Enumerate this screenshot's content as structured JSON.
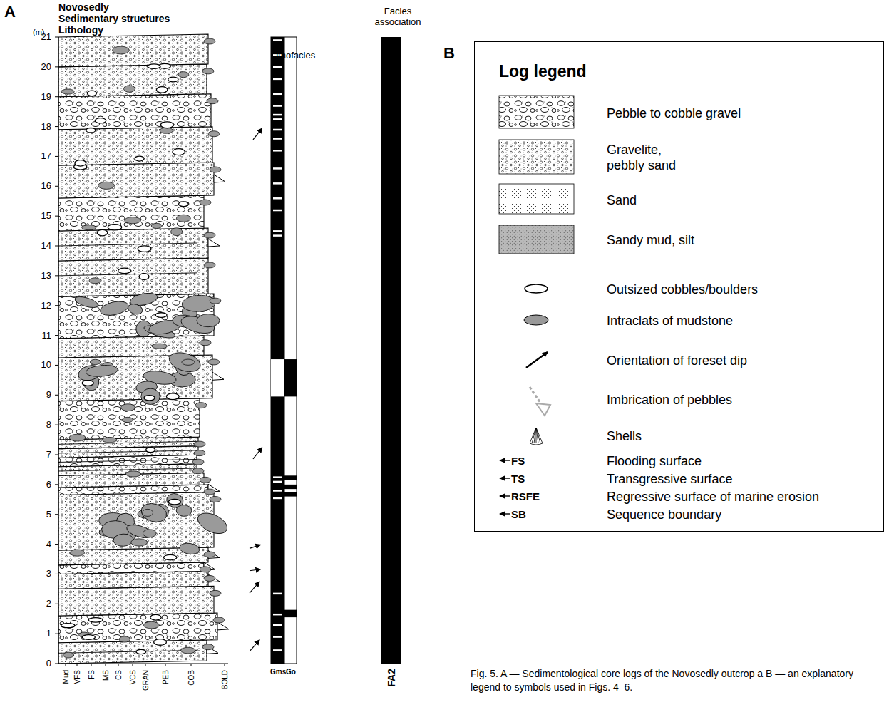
{
  "diagram": {
    "caption": "Fig. 5. A — Sedimentological core logs of the Novosedly outcrop a B — an explanatory legend to symbols used in Figs. 4–6.",
    "nodes": [
      {
        "text": [
          "Log legend"
        ]
      }
    ],
    "labels": [
      "A",
      "Novosedly",
      "Sedimentary structures",
      "Lithology",
      "(m)",
      "21",
      "20",
      "19",
      "18",
      "17",
      "16",
      "15",
      "14",
      "13",
      "12",
      "11",
      "10",
      "9",
      "8",
      "7",
      "6",
      "5",
      "4",
      "3",
      "2",
      "1",
      "0",
      "Mud",
      "VFS",
      "FS",
      "MS",
      "CS",
      "VCS",
      "GRAN",
      "PEB",
      "COB",
      "BOLD",
      "Lithofacies",
      "Gms",
      "Go",
      "Facies association",
      "FA2",
      "B",
      "FS",
      "TS",
      "RSFE",
      "SB"
    ],
    "legend": [
      {
        "text": "Pebble to cobble gravel"
      },
      {
        "text": "Gravelite, pebbly sand"
      },
      {
        "text": "Sand"
      },
      {
        "text": "Sandy mud, silt"
      },
      {
        "text": "Outsized cobbles/boulders"
      },
      {
        "text": "Intraclats of mudstone"
      },
      {
        "text": "Orientation of foreset dip"
      },
      {
        "text": "Imbrication of pebbles"
      },
      {
        "text": "Shells"
      },
      {
        "text": "Flooding surface"
      },
      {
        "text": "Transgressive surface"
      },
      {
        "text": "Regressive surface of marine erosion"
      },
      {
        "text": "Sequence boundary"
      }
    ]
  }
}
